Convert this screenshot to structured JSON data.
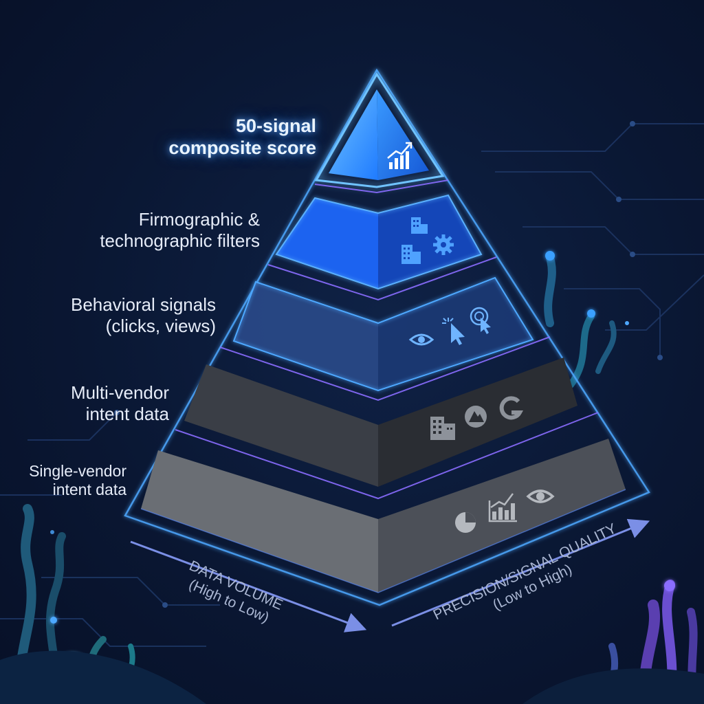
{
  "pyramid": {
    "tiers": [
      {
        "id": "apex",
        "lines": [
          "50-signal",
          "composite score"
        ],
        "icons": [
          "chart-up-icon"
        ]
      },
      {
        "id": "firmographic",
        "lines": [
          "Firmographic &",
          "technographic filters"
        ],
        "icons": [
          "building-icon",
          "building-icon",
          "gear-icon"
        ]
      },
      {
        "id": "behavioral",
        "lines": [
          "Behavioral signals",
          "(clicks, views)"
        ],
        "icons": [
          "eye-icon",
          "cursor-click-icon",
          "cursor-target-icon"
        ]
      },
      {
        "id": "multi-vendor",
        "lines": [
          "Multi-vendor",
          "intent data"
        ],
        "icons": [
          "building-icon",
          "mountain-logo-icon",
          "google-g-icon"
        ]
      },
      {
        "id": "single-vendor",
        "lines": [
          "Single-vendor",
          "intent data"
        ],
        "icons": [
          "pie-chart-icon",
          "bar-chart-icon",
          "eye-icon"
        ]
      }
    ]
  },
  "axes": {
    "left": {
      "title": "DATA VOLUME",
      "subtitle": "(High to Low)"
    },
    "right": {
      "title": "PRECISION/SIGNAL QUALITY",
      "subtitle": "(Low to High)"
    }
  },
  "colors": {
    "background": "#0a1733",
    "accent_glow": "#4ea8ff",
    "tier_apex": "#2f8cff",
    "tier_firmographic": "#1a5fe6",
    "tier_behavioral": "#1c3d7a",
    "tier_multi_vendor": "#3a3f4a",
    "tier_single_vendor": "#707478",
    "outline_purple": "#8a6dff"
  }
}
